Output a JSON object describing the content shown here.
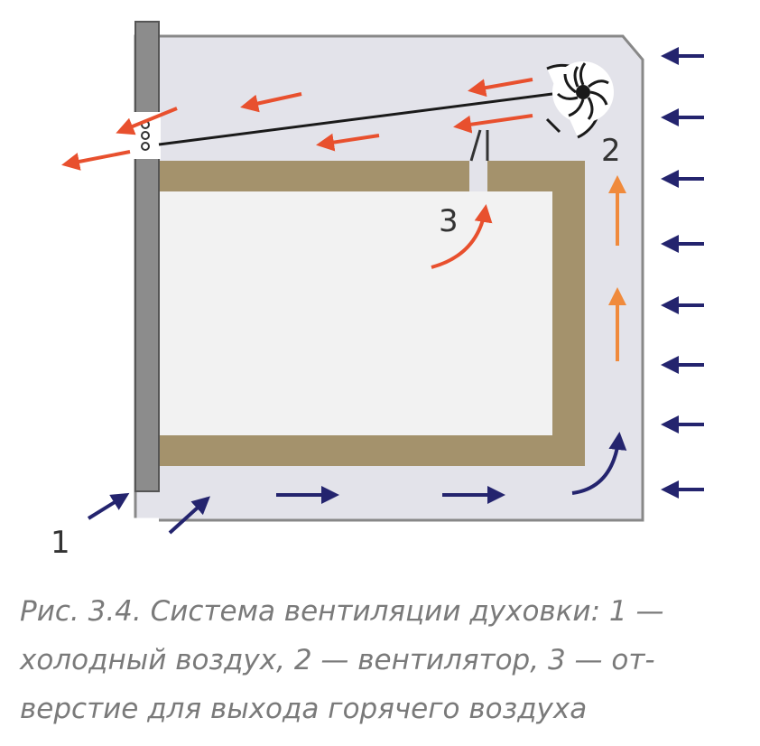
{
  "labels": {
    "cold_air": "1",
    "fan": "2",
    "hot_air_hole": "3"
  },
  "caption": {
    "line1": "Рис. 3.4. Система вентиляции духовки: 1 —",
    "line2": "холодный воздух, 2 — вентилятор, 3 — от-",
    "line3": "верстие для выхода горячего воздуха"
  },
  "colors": {
    "air_space": "#e3e3ea",
    "insulation": "#a4926c",
    "oven_cavity": "#f2f2f2",
    "door": "#8c8c8c",
    "cold_arrow": "#24246e",
    "hot_arrow": "#e8502e",
    "warm_arrow": "#f08a3c",
    "outline": "#1a1a1a"
  }
}
